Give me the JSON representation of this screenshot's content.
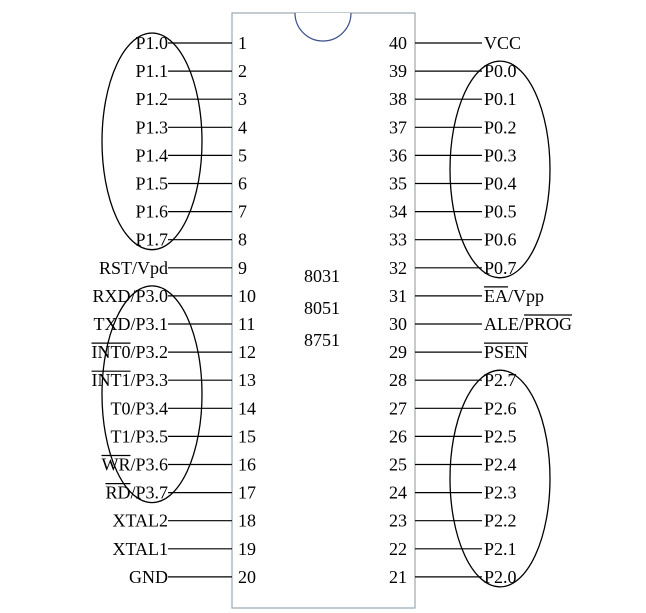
{
  "chip_names": [
    "8031",
    "8051",
    "8751"
  ],
  "left_pins": [
    {
      "num": "1",
      "label": "P1.0"
    },
    {
      "num": "2",
      "label": "P1.1"
    },
    {
      "num": "3",
      "label": "P1.2"
    },
    {
      "num": "4",
      "label": "P1.3"
    },
    {
      "num": "5",
      "label": "P1.4"
    },
    {
      "num": "6",
      "label": "P1.5"
    },
    {
      "num": "7",
      "label": "P1.6"
    },
    {
      "num": "8",
      "label": "P1.7"
    },
    {
      "num": "9",
      "label": "RST/Vpd"
    },
    {
      "num": "10",
      "label": "RXD/P3.0"
    },
    {
      "num": "11",
      "label": "TXD/P3.1"
    },
    {
      "num": "12",
      "label": "INT0/P3.2",
      "overline": "INT0"
    },
    {
      "num": "13",
      "label": "INT1/P3.3",
      "overline": "INT1"
    },
    {
      "num": "14",
      "label": "T0/P3.4"
    },
    {
      "num": "15",
      "label": "T1/P3.5"
    },
    {
      "num": "16",
      "label": "WR/P3.6",
      "overline": "WR"
    },
    {
      "num": "17",
      "label": "RD/P3.7",
      "overline": "RD"
    },
    {
      "num": "18",
      "label": "XTAL2"
    },
    {
      "num": "19",
      "label": "XTAL1"
    },
    {
      "num": "20",
      "label": "GND"
    }
  ],
  "right_pins": [
    {
      "num": "40",
      "label": "VCC"
    },
    {
      "num": "39",
      "label": "P0.0"
    },
    {
      "num": "38",
      "label": "P0.1"
    },
    {
      "num": "37",
      "label": "P0.2"
    },
    {
      "num": "36",
      "label": "P0.3"
    },
    {
      "num": "35",
      "label": "P0.4"
    },
    {
      "num": "34",
      "label": "P0.5"
    },
    {
      "num": "33",
      "label": "P0.6"
    },
    {
      "num": "32",
      "label": "P0.7"
    },
    {
      "num": "31",
      "label": "EA/Vpp",
      "overline": "EA"
    },
    {
      "num": "30",
      "label": "ALE/PROG",
      "overline": "PROG"
    },
    {
      "num": "29",
      "label": "PSEN",
      "overline": "PSEN"
    },
    {
      "num": "28",
      "label": "P2.7"
    },
    {
      "num": "27",
      "label": "P2.6"
    },
    {
      "num": "26",
      "label": "P2.5"
    },
    {
      "num": "25",
      "label": "P2.4"
    },
    {
      "num": "24",
      "label": "P2.3"
    },
    {
      "num": "23",
      "label": "P2.2"
    },
    {
      "num": "22",
      "label": "P2.1"
    },
    {
      "num": "21",
      "label": "P2.0"
    }
  ],
  "groups": [
    {
      "name": "port-1",
      "side": "left",
      "from": 1,
      "to": 8
    },
    {
      "name": "port-3",
      "side": "left",
      "from": 10,
      "to": 17
    },
    {
      "name": "port-0",
      "side": "right",
      "from": 39,
      "to": 32
    },
    {
      "name": "port-2",
      "side": "right",
      "from": 28,
      "to": 21
    }
  ]
}
